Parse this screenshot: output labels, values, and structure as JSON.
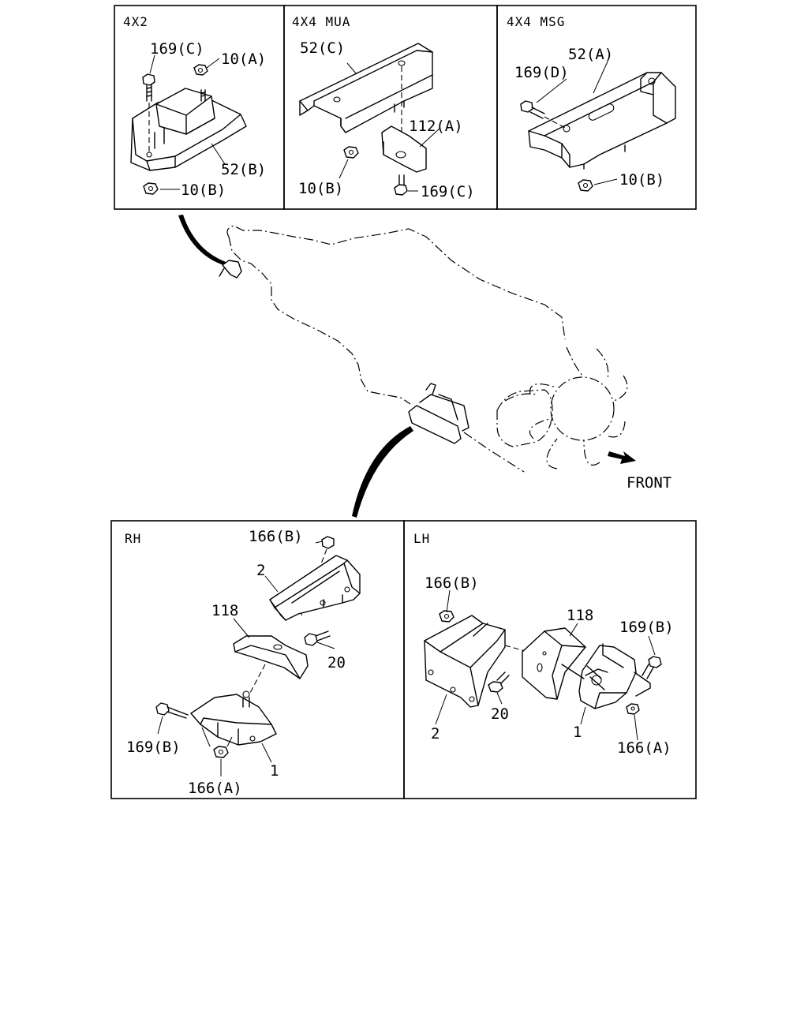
{
  "panels": {
    "top_left": {
      "title": "4X2",
      "labels": {
        "bolt": "169(C)",
        "nut_top": "10(A)",
        "bracket": "52(B)",
        "nut_bottom": "10(B)"
      }
    },
    "top_middle": {
      "title": "4X4  MUA",
      "labels": {
        "bracket": "52(C)",
        "plate": "112(A)",
        "nut": "10(B)",
        "bolt": "169(C)"
      }
    },
    "top_right": {
      "title": "4X4  MSG",
      "labels": {
        "bracket": "52(A)",
        "bolt": "169(D)",
        "nut": "10(B)"
      }
    },
    "bottom_left": {
      "title": "RH",
      "labels": {
        "nut_top": "166(B)",
        "bracket": "2",
        "insulator": "118",
        "bolt_20": "20",
        "bolt_169": "169(B)",
        "nut_bottom": "166(A)",
        "mount": "1"
      }
    },
    "bottom_right": {
      "title": "LH",
      "labels": {
        "nut_top": "166(B)",
        "insulator": "118",
        "bolt_169": "169(B)",
        "bolt_20": "20",
        "bracket": "2",
        "mount": "1",
        "nut_bottom": "166(A)"
      }
    }
  },
  "main": {
    "front_label": "FRONT"
  }
}
